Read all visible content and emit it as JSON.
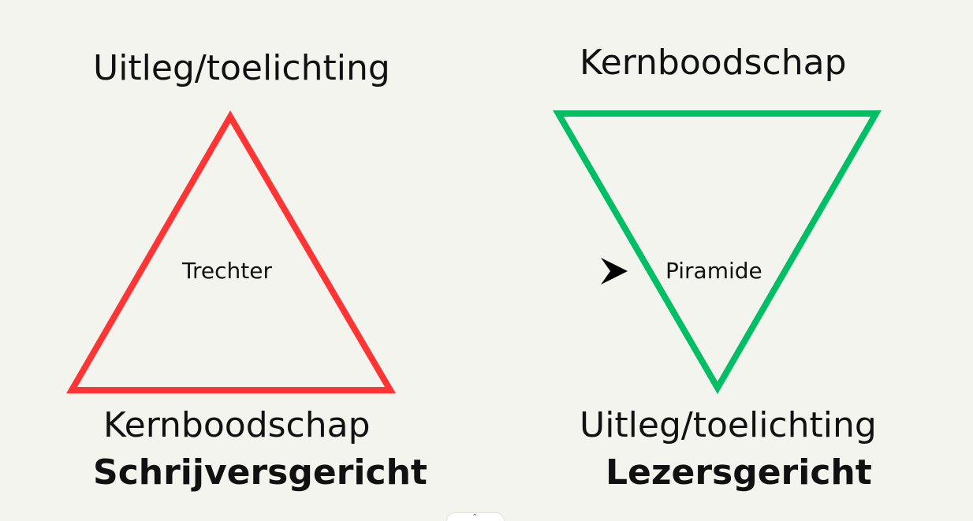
{
  "left": {
    "top_label": "Uitleg/toelichting",
    "center_label": "Trechter",
    "bottom_label": "Kernboodschap",
    "caption": "Schrijversgericht",
    "color": "#ff3535"
  },
  "right": {
    "top_label": "Kernboodschap",
    "center_label": "Piramide",
    "bottom_label": "Uitleg/toelichting",
    "caption": "Lezersgericht",
    "color": "#00be64"
  },
  "arrow_color": "#000000",
  "handle_icon": "chevron-up-icon"
}
